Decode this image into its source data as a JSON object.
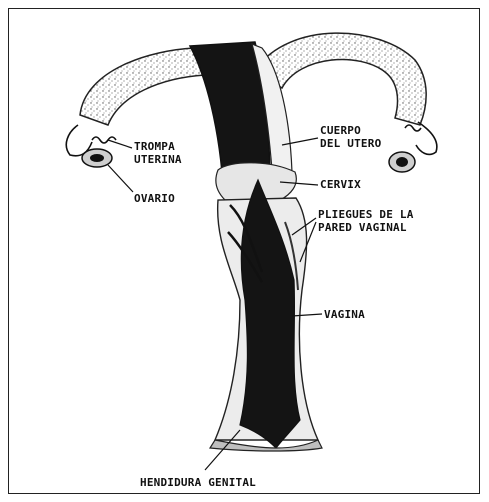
{
  "labels": {
    "trompa_line1": "TROMPA",
    "trompa_line2": "UTERINA",
    "ovario": "OVARIO",
    "cuerpo_line1": "CUERPO",
    "cuerpo_line2": "DEL UTERO",
    "cervix": "CERVIX",
    "pliegues_line1": "PLIEGUES DE LA",
    "pliegues_line2": "PARED VAGINAL",
    "vagina": "VAGINA",
    "hendidura": "HENDIDURA GENITAL"
  },
  "colors": {
    "ink": "#111111",
    "tissue_dark": "#141414",
    "tissue_light": "#e6e6e6",
    "background": "#ffffff"
  }
}
